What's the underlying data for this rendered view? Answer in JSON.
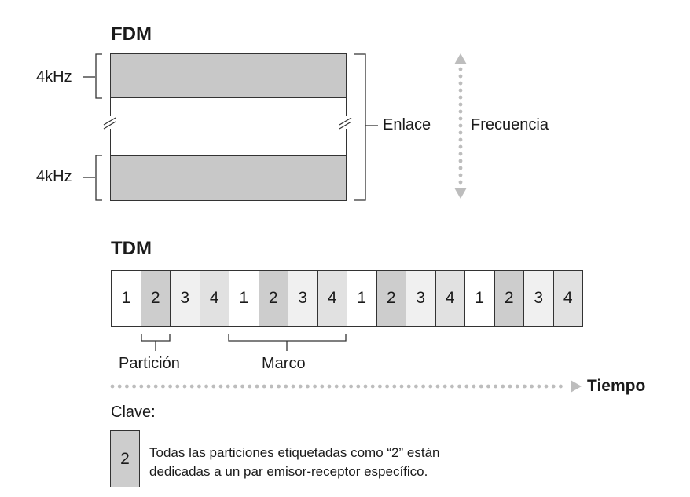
{
  "fdm": {
    "title": "FDM",
    "band_top_label": "4kHz",
    "band_bottom_label": "4kHz",
    "link_label": "Enlace",
    "frequency_label": "Frecuencia"
  },
  "tdm": {
    "title": "TDM",
    "slots": [
      "1",
      "2",
      "3",
      "4",
      "1",
      "2",
      "3",
      "4",
      "1",
      "2",
      "3",
      "4",
      "1",
      "2",
      "3",
      "4"
    ],
    "partition_label": "Partición",
    "frame_label": "Marco",
    "time_label": "Tiempo"
  },
  "key": {
    "title": "Clave:",
    "sample": "2",
    "line1": "Todas las particiones etiquetadas como “2” están",
    "line2": "dedicadas a un par emisor-receptor específico."
  },
  "colors": {
    "slot_1": "#ffffff",
    "slot_2": "#cdcdcd",
    "slot_3": "#f0f0f0",
    "slot_4": "#e1e1e1",
    "band": "#c8c8c8",
    "dots": "#bdbdbd"
  }
}
